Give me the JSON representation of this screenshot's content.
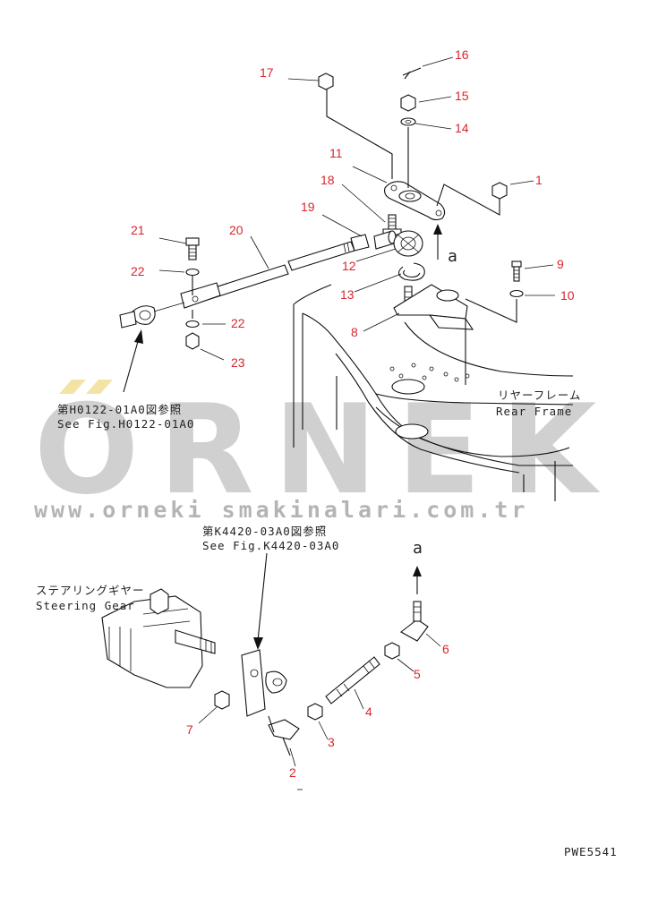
{
  "drawing_code": "PWE5541",
  "watermark": {
    "brand": "ORNEK",
    "url": "www.orneki smakinalari.com.tr"
  },
  "references": {
    "ref_top": {
      "jp": "第H0122-01A0図参照",
      "en": "See Fig.H0122-01A0"
    },
    "ref_bottom": {
      "jp": "第K4420-03A0図参照",
      "en": "See Fig.K4420-03A0"
    }
  },
  "labels": {
    "rear_frame": {
      "jp": "リヤーフレーム",
      "en": "Rear Frame"
    },
    "steering_gear": {
      "jp": "ステアリングギヤー",
      "en": "Steering Gear"
    },
    "view_a_top": "a",
    "view_a_bottom": "a"
  },
  "callouts": [
    "1",
    "2",
    "3",
    "4",
    "5",
    "6",
    "7",
    "8",
    "9",
    "10",
    "11",
    "12",
    "13",
    "14",
    "15",
    "16",
    "17",
    "18",
    "19",
    "20",
    "21",
    "22",
    "22",
    "23"
  ],
  "colors": {
    "callout": "#d8262e",
    "line": "#111111",
    "watermark": "#d0d0d0"
  }
}
